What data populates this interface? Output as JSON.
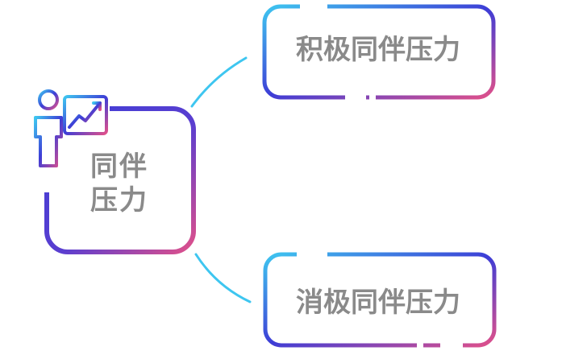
{
  "center_node": {
    "line1": "同伴",
    "line2": "压力"
  },
  "branches": [
    {
      "label": "积极同伴压力"
    },
    {
      "label": "消极同伴压力"
    }
  ],
  "icon": "presenter-chart-icon",
  "colors": {
    "gradient_start": "#3ec6f0",
    "gradient_mid": "#3d3dd6",
    "gradient_end": "#e0508a",
    "connector": "#3ec6f0",
    "text": "#8a8a8a"
  }
}
